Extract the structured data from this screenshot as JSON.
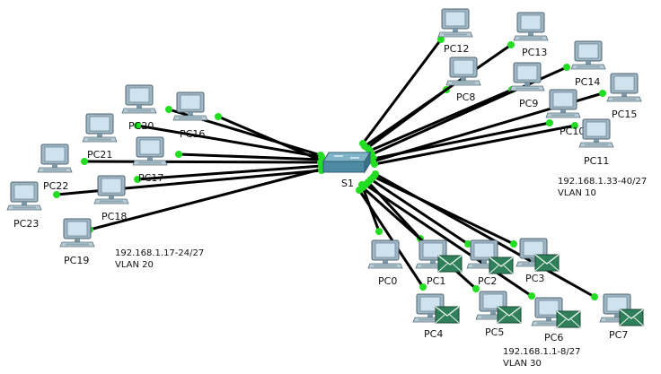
{
  "switch": {
    "label": "S1",
    "icon": "switch-icon"
  },
  "pcs": [
    {
      "id": "PC0",
      "label": "PC0"
    },
    {
      "id": "PC1",
      "label": "PC1",
      "mail": true
    },
    {
      "id": "PC2",
      "label": "PC2",
      "mail": true
    },
    {
      "id": "PC3",
      "label": "PC3",
      "mail": true
    },
    {
      "id": "PC4",
      "label": "PC4",
      "mail": true
    },
    {
      "id": "PC5",
      "label": "PC5",
      "mail": true
    },
    {
      "id": "PC6",
      "label": "PC6",
      "mail": true
    },
    {
      "id": "PC7",
      "label": "PC7",
      "mail": true
    },
    {
      "id": "PC8",
      "label": "PC8"
    },
    {
      "id": "PC9",
      "label": "PC9"
    },
    {
      "id": "PC10",
      "label": "PC10"
    },
    {
      "id": "PC11",
      "label": "PC11"
    },
    {
      "id": "PC12",
      "label": "PC12"
    },
    {
      "id": "PC13",
      "label": "PC13"
    },
    {
      "id": "PC14",
      "label": "PC14"
    },
    {
      "id": "PC15",
      "label": "PC15"
    },
    {
      "id": "PC16",
      "label": "PC16"
    },
    {
      "id": "PC17",
      "label": "PC17"
    },
    {
      "id": "PC18",
      "label": "PC18"
    },
    {
      "id": "PC19",
      "label": "PC19"
    },
    {
      "id": "PC20",
      "label": "PC20"
    },
    {
      "id": "PC21",
      "label": "PC21"
    },
    {
      "id": "PC22",
      "label": "PC22"
    },
    {
      "id": "PC23",
      "label": "PC23"
    }
  ],
  "notes": {
    "vlan10": {
      "subnet": "192.168.1.33-40/27",
      "vlan": "VLAN 10"
    },
    "vlan20": {
      "subnet": "192.168.1.17-24/27",
      "vlan": "VLAN 20"
    },
    "vlan30": {
      "subnet": "192.168.1.1-8/27",
      "vlan": "VLAN 30"
    }
  },
  "colors": {
    "link": "#000000",
    "port_dot": "#22dd22",
    "switch": "#4d8aa3",
    "mail": "#2f7f5a"
  }
}
